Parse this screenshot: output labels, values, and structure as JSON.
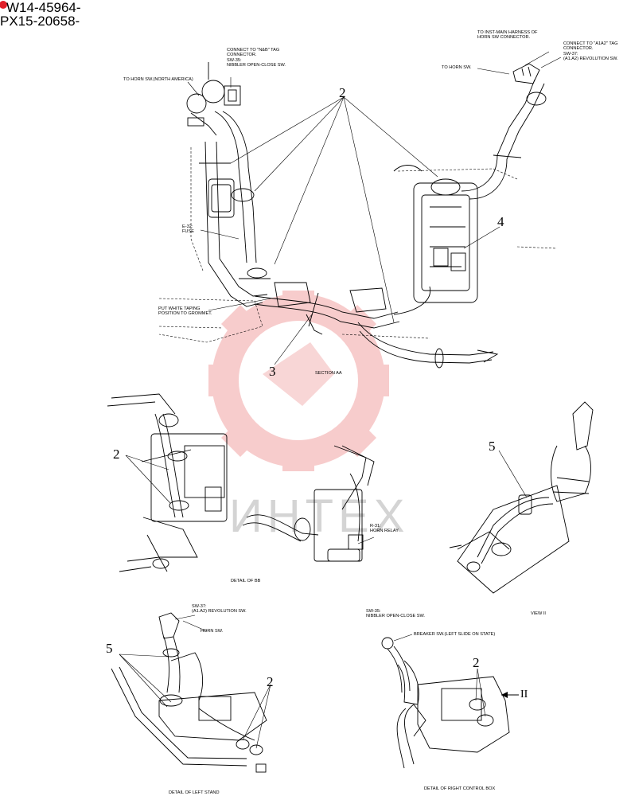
{
  "header": {
    "line1": "W14-45964-",
    "line2": "PX15-20658-"
  },
  "watermark": {
    "text": "ИНТЕХ",
    "color": "#f5b8b8"
  },
  "callouts": {
    "c2_top": "2",
    "c4": "4",
    "c3": "3",
    "c2_bb": "2",
    "c5_view": "5",
    "c5_left": "5",
    "c2_left": "2",
    "c2_right": "2",
    "arrow_ii": "II"
  },
  "labels": {
    "connect_nb": "CONNECT TO \"N&B\" TAG\nCONNECTOR.\nSW-35:\nNIBBLER OPEN-CLOSE SW.",
    "horn_na": "TO HORN SW.(NORTH AMERICA)",
    "inst_main": "TO INST-MAIN HARNESS OF\nHORN SW CONNECTOR.",
    "connect_a1a2": "CONNECT TO \"A1A2\" TAG\nCONNECTOR.\nSW-37:\n(A1.A2) REVOLUTION SW.",
    "horn_sw_top": "TO HORN SW.",
    "e32": "E-32:\nFUSE",
    "white_taping": "PUT WHITE TAPING\nPOSITION TO GROMMET.",
    "section_aa": "SECTION AA",
    "r31": "R-31:\nHORN RELAY",
    "detail_bb": "DETAIL OF BB",
    "view_ii": "VIEW II",
    "sw37": "SW-37:\n(A1.A2) REVOLUTION SW.",
    "horn_sw": "HORN SW.",
    "sw35": "SW-35:\nNIBBLER OPEN-CLOSE SW.",
    "breaker_sw": "BREAKER SW.(LEFT SLIDE ON STATE)",
    "detail_left": "DETAIL OF LEFT STAND",
    "detail_right": "DETAIL OF RIGHT CONTROL BOX"
  }
}
